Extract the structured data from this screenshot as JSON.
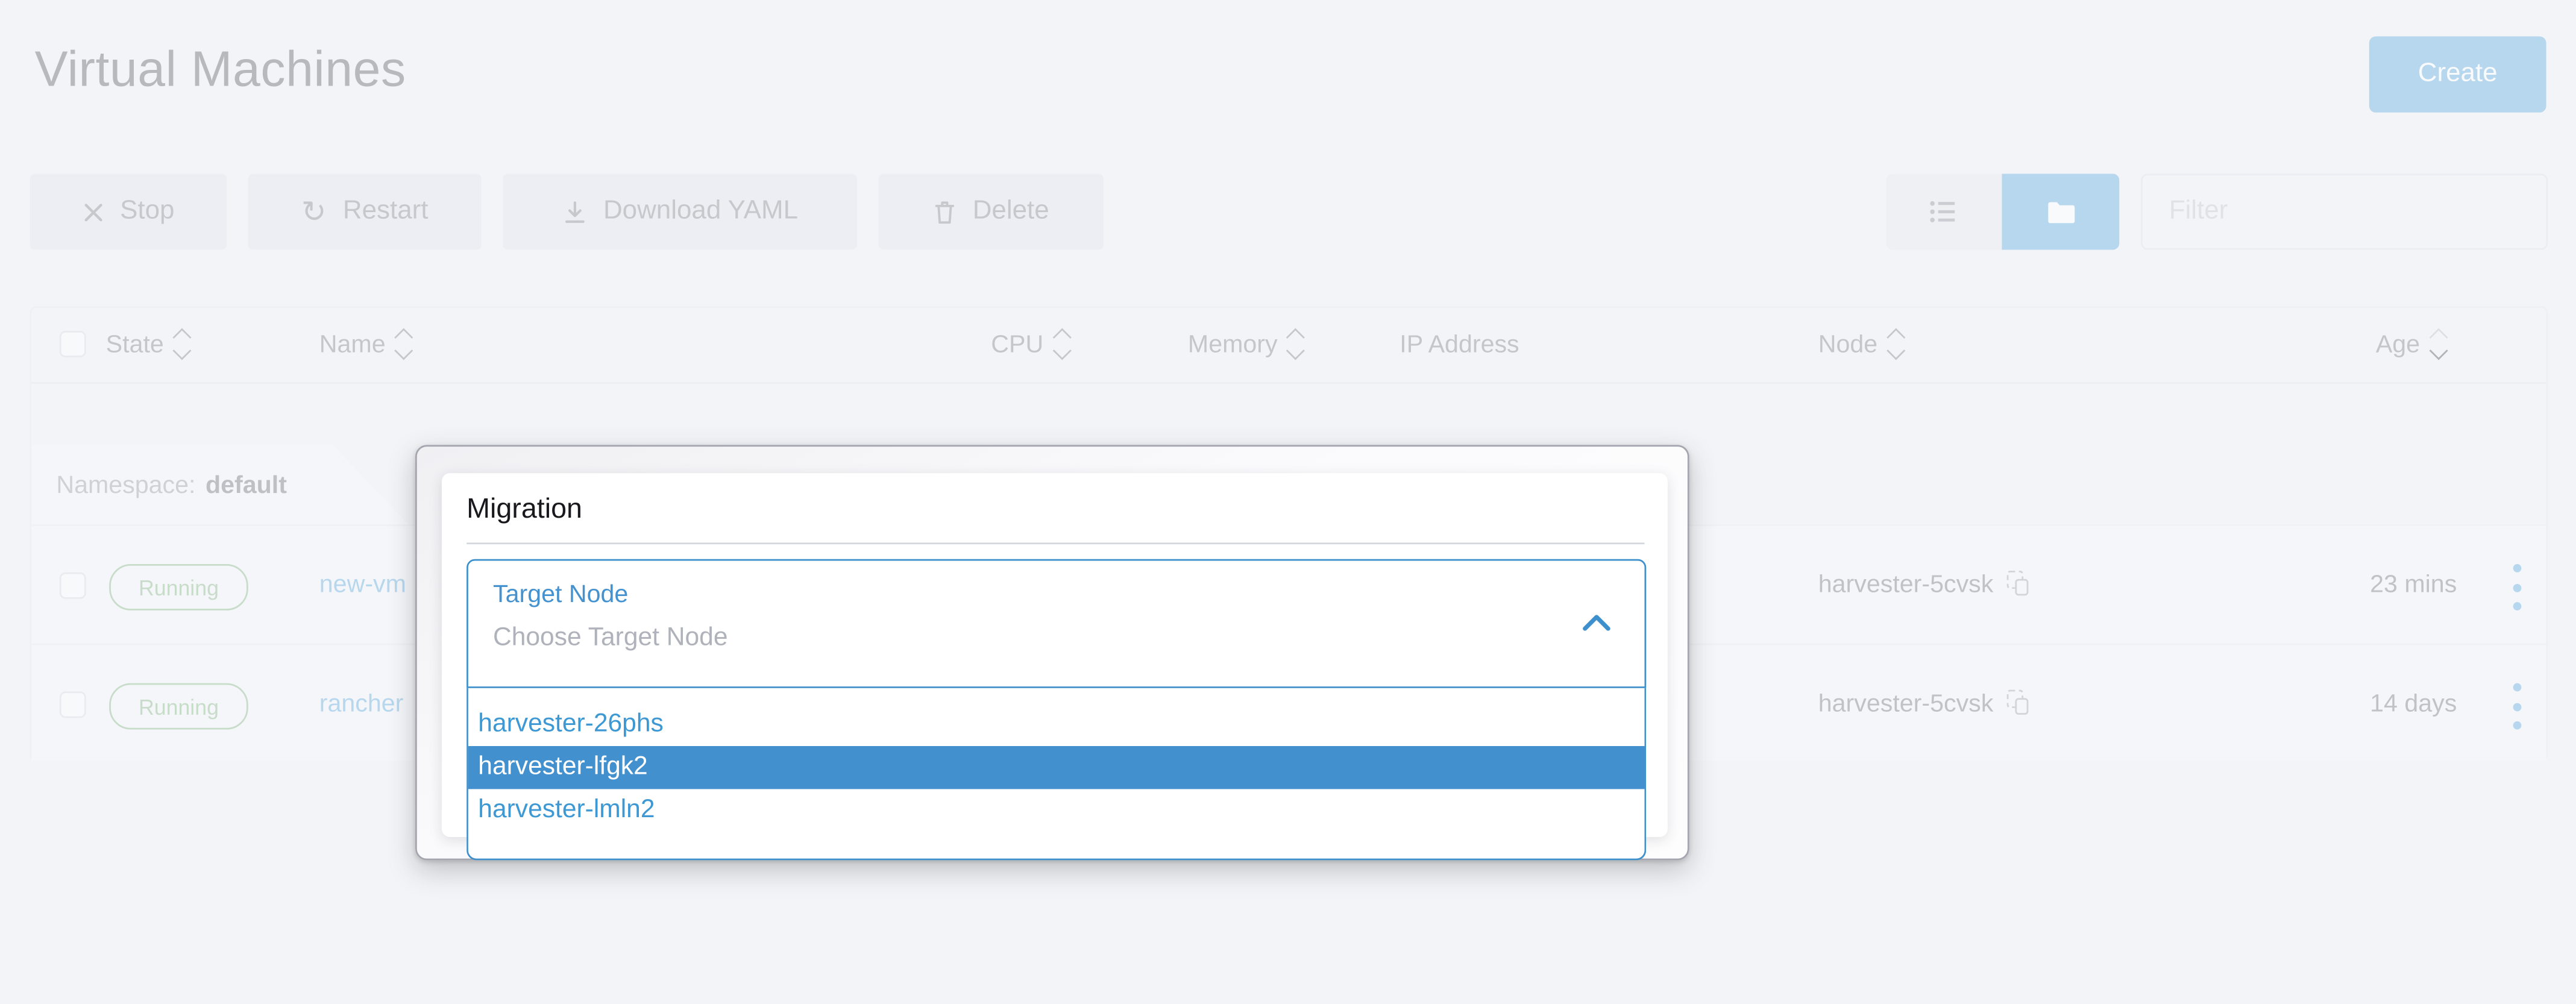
{
  "app": {
    "title": "Virtual Machines"
  },
  "actions": {
    "create": "Create",
    "stop": "Stop",
    "restart": "Restart",
    "download_yaml": "Download YAML",
    "delete": "Delete"
  },
  "view_toggle": {
    "icons": [
      "list-icon",
      "folder-icon"
    ],
    "active": "folder-icon"
  },
  "filter": {
    "placeholder": "Filter"
  },
  "table": {
    "headers": {
      "state": "State",
      "name": "Name",
      "cpu": "CPU",
      "memory": "Memory",
      "ip_address": "IP Address",
      "node": "Node",
      "age": "Age"
    },
    "sorted_by": "Age",
    "sort_direction": "desc",
    "group": {
      "prefix": "Namespace:",
      "value": "default"
    },
    "rows": [
      {
        "state": "Running",
        "name": "new-vm",
        "node": "harvester-5cvsk",
        "age": "23 mins"
      },
      {
        "state": "Running",
        "name": "rancher",
        "node": "harvester-5cvsk",
        "age": "14 days"
      }
    ]
  },
  "modal": {
    "title": "Migration",
    "field": {
      "label": "Target Node",
      "placeholder": "Choose Target Node"
    },
    "options": [
      "harvester-26phs",
      "harvester-lfgk2",
      "harvester-lmln2"
    ],
    "selected": "harvester-lfgk2"
  },
  "colors": {
    "accent": "#3d98d3",
    "option_highlight": "#4390cf",
    "running_green": "#70a86e",
    "page_background": "#ebedf1"
  }
}
